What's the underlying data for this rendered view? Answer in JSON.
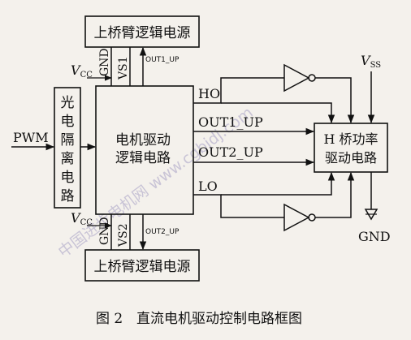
{
  "blocks": {
    "top_supply": "上桥臂逻辑电源",
    "bottom_supply": "上桥臂逻辑电源",
    "isolation": [
      "光",
      "电",
      "隔",
      "离",
      "电",
      "路"
    ],
    "logic": [
      "电机驱动",
      "逻辑电路"
    ],
    "power": [
      "H 桥功率",
      "驱动电路"
    ]
  },
  "signals": {
    "pwm": "PWM",
    "vcc": "V",
    "vcc_sub": "CC",
    "vss": "V",
    "vss_sub": "SS",
    "gnd_top": "GND",
    "vs1": "VS1",
    "out1_up_small": "OUT1_UP",
    "gnd_bottom": "GND",
    "vs2": "VS2",
    "out2_up_small": "OUT2_UP",
    "ho": "HO",
    "out1_up": "OUT1_UP",
    "out2_up": "OUT2_UP",
    "lo": "LO",
    "gnd_out": "GND"
  },
  "caption": {
    "fig_num": "图 2",
    "title": "直流电机驱动控制电路框图"
  },
  "watermark": "中国进步电机网 www.cgbjdj.com"
}
